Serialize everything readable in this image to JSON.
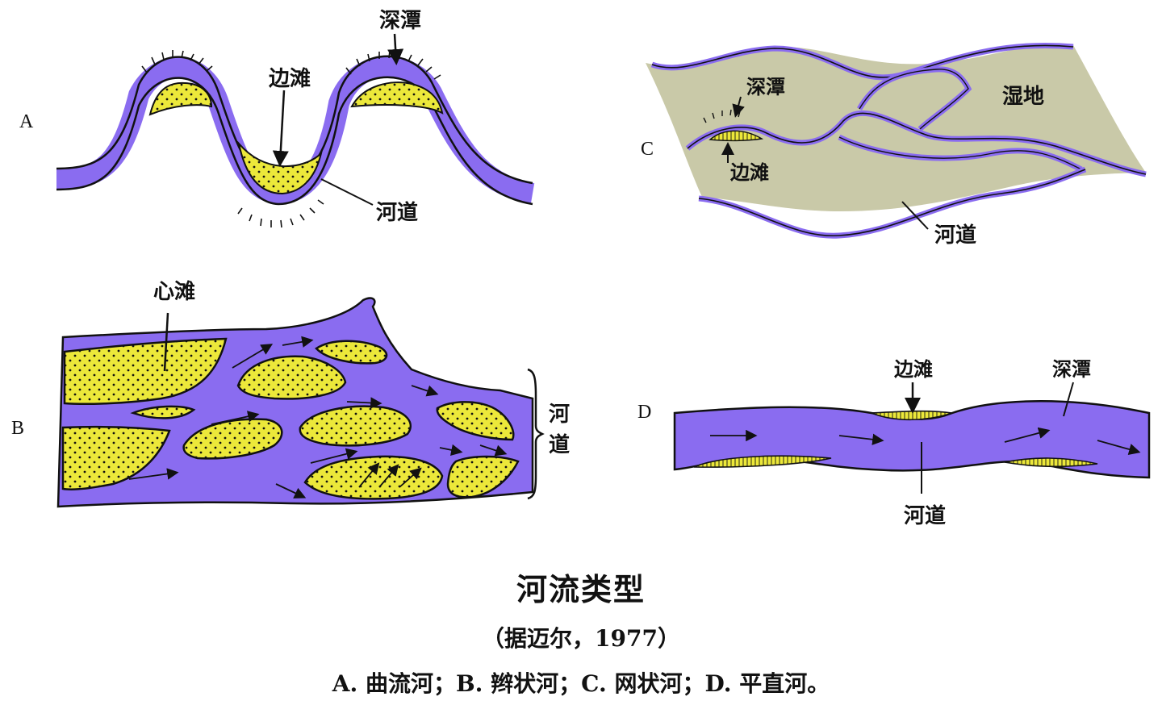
{
  "colors": {
    "channel": "#8a6cf0",
    "bar": "#ece83a",
    "wetland": "#c9c9a8",
    "outline": "#111111",
    "background": "#ffffff"
  },
  "panels": {
    "A": {
      "letter": "A",
      "pool": "深潭",
      "point_bar": "边滩",
      "channel": "河道"
    },
    "B": {
      "letter": "B",
      "mid_bar": "心滩",
      "channel_he": "河",
      "channel_dao": "道"
    },
    "C": {
      "letter": "C",
      "pool": "深潭",
      "point_bar": "边滩",
      "wetland": "湿地",
      "channel": "河道"
    },
    "D": {
      "letter": "D",
      "point_bar": "边滩",
      "pool": "深潭",
      "channel": "河道"
    }
  },
  "figure": {
    "title": "河流类型",
    "source": "（据迈尔，1977）",
    "caption": "A. 曲流河；B. 辫状河；C. 网状河；D. 平直河。"
  }
}
